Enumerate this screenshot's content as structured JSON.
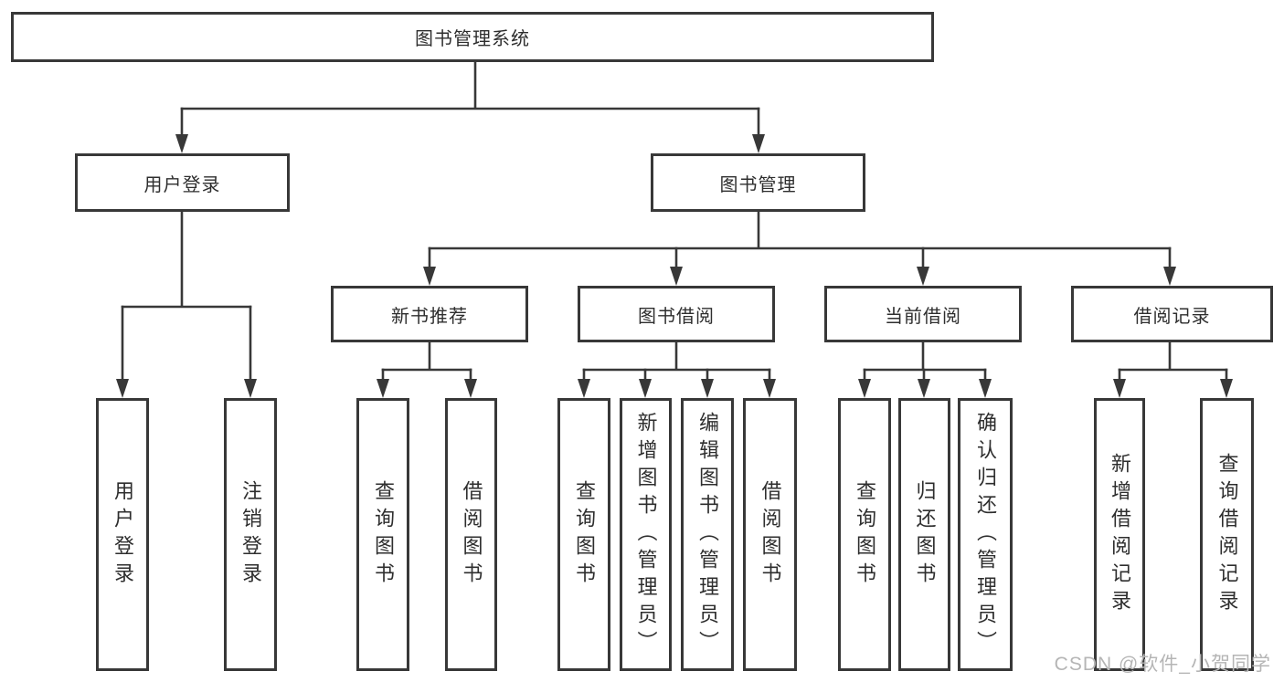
{
  "diagram_title": "图书管理系统",
  "tree": {
    "label": "图书管理系统",
    "children": [
      {
        "label": "用户登录",
        "children": [
          {
            "label": "用户登录"
          },
          {
            "label": "注销登录"
          }
        ]
      },
      {
        "label": "图书管理",
        "children": [
          {
            "label": "新书推荐",
            "children": [
              {
                "label": "查询图书"
              },
              {
                "label": "借阅图书"
              }
            ]
          },
          {
            "label": "图书借阅",
            "children": [
              {
                "label": "查询图书"
              },
              {
                "label": "新增图书（管理员）"
              },
              {
                "label": "编辑图书（管理员）"
              },
              {
                "label": "借阅图书"
              }
            ]
          },
          {
            "label": "当前借阅",
            "children": [
              {
                "label": "查询图书"
              },
              {
                "label": "归还图书"
              },
              {
                "label": "确认归还（管理员）"
              }
            ]
          },
          {
            "label": "借阅记录",
            "children": [
              {
                "label": "新增借阅记录"
              },
              {
                "label": "查询借阅记录"
              }
            ]
          }
        ]
      }
    ]
  },
  "watermark": {
    "text": "CSDN @软件_小贺同学"
  },
  "colors": {
    "line": "#383838",
    "box_border": "#383838",
    "box_background": "#ffffff",
    "text": "#2e2e2e",
    "watermark": "#b5b5b5"
  }
}
